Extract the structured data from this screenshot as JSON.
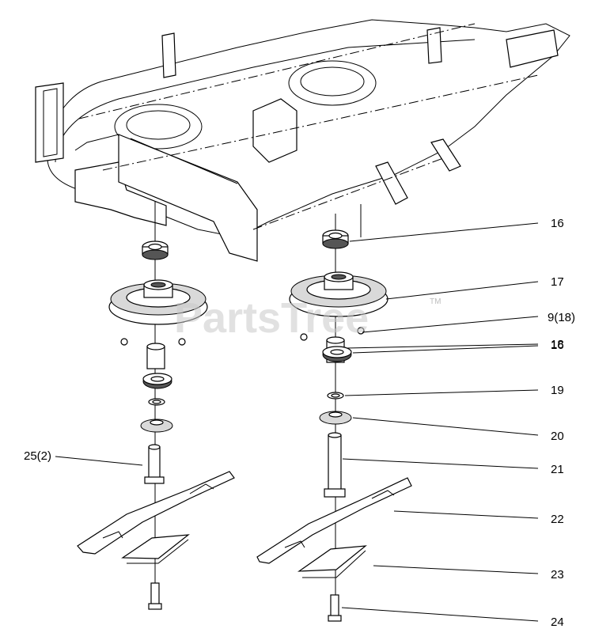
{
  "watermark": {
    "text": "PartsTree",
    "trademark": "TM"
  },
  "callouts": [
    {
      "id": "c16a",
      "text": "16"
    },
    {
      "id": "c17",
      "text": "17"
    },
    {
      "id": "c9",
      "text": "9(18)"
    },
    {
      "id": "c18",
      "text": "18"
    },
    {
      "id": "c16b",
      "text": "16"
    },
    {
      "id": "c19",
      "text": "19"
    },
    {
      "id": "c20",
      "text": "20"
    },
    {
      "id": "c25",
      "text": "25(2)"
    },
    {
      "id": "c21",
      "text": "21"
    },
    {
      "id": "c22",
      "text": "22"
    },
    {
      "id": "c23",
      "text": "23"
    },
    {
      "id": "c24",
      "text": "24"
    }
  ]
}
